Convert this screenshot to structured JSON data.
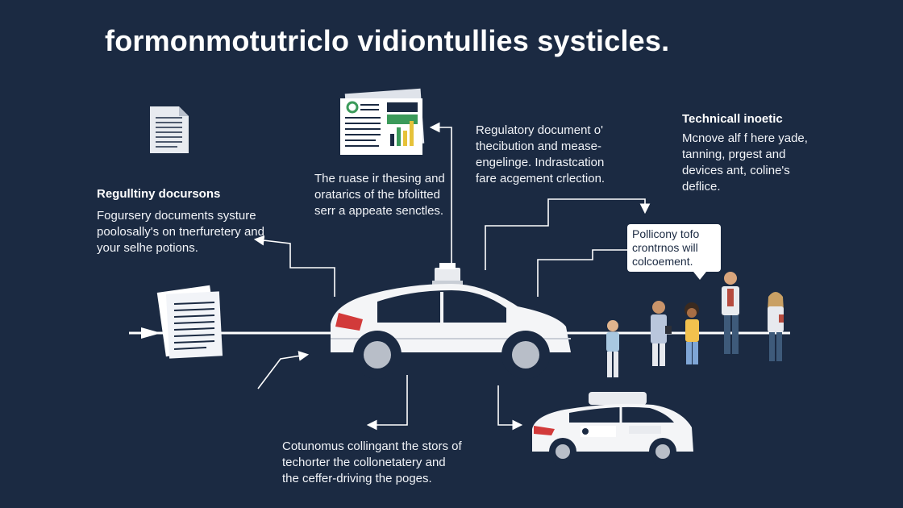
{
  "title": "formonmotutriclo vidiontullies systicles.",
  "regulatory_heading": {
    "title": "Regulltiny docursons",
    "lines": [
      "Fogursery documents systure",
      "poolosally's on tnerfuretery and",
      "your selhe potions."
    ]
  },
  "center_note": {
    "lines": [
      "The ruase ir thesing and",
      "oratarics of the bfolitted",
      "serr a appeate senctles."
    ]
  },
  "top_right_note": {
    "lines": [
      "Regulatory document o'",
      "thecibution and mease-",
      "engelinge. Indrastcation",
      "fare acgement crlection."
    ]
  },
  "technical_heading": {
    "title": "Technicall inoetic",
    "lines": [
      "Mcnove alf f here yade,",
      "tanning, prgest and",
      "devices ant, coline's",
      "deflice."
    ]
  },
  "bubble": {
    "lines": [
      "Pollicony tofo",
      "crontrnos will",
      "colcoement."
    ]
  },
  "bottom_note": {
    "lines": [
      "Cotunomus collingant the stors of",
      "techorter the collonetatery and",
      "the ceffer-driving the poges."
    ]
  },
  "colors": {
    "background": "#1b2a42",
    "text": "#ffffff",
    "car_body": "#f4f5f7",
    "chart_bar_green": "#3b9a5a",
    "chart_bar_yellow": "#e6c23a"
  },
  "icons": [
    "document-icon",
    "report-icon",
    "document-stack-icon",
    "lidar-sensor-icon"
  ]
}
